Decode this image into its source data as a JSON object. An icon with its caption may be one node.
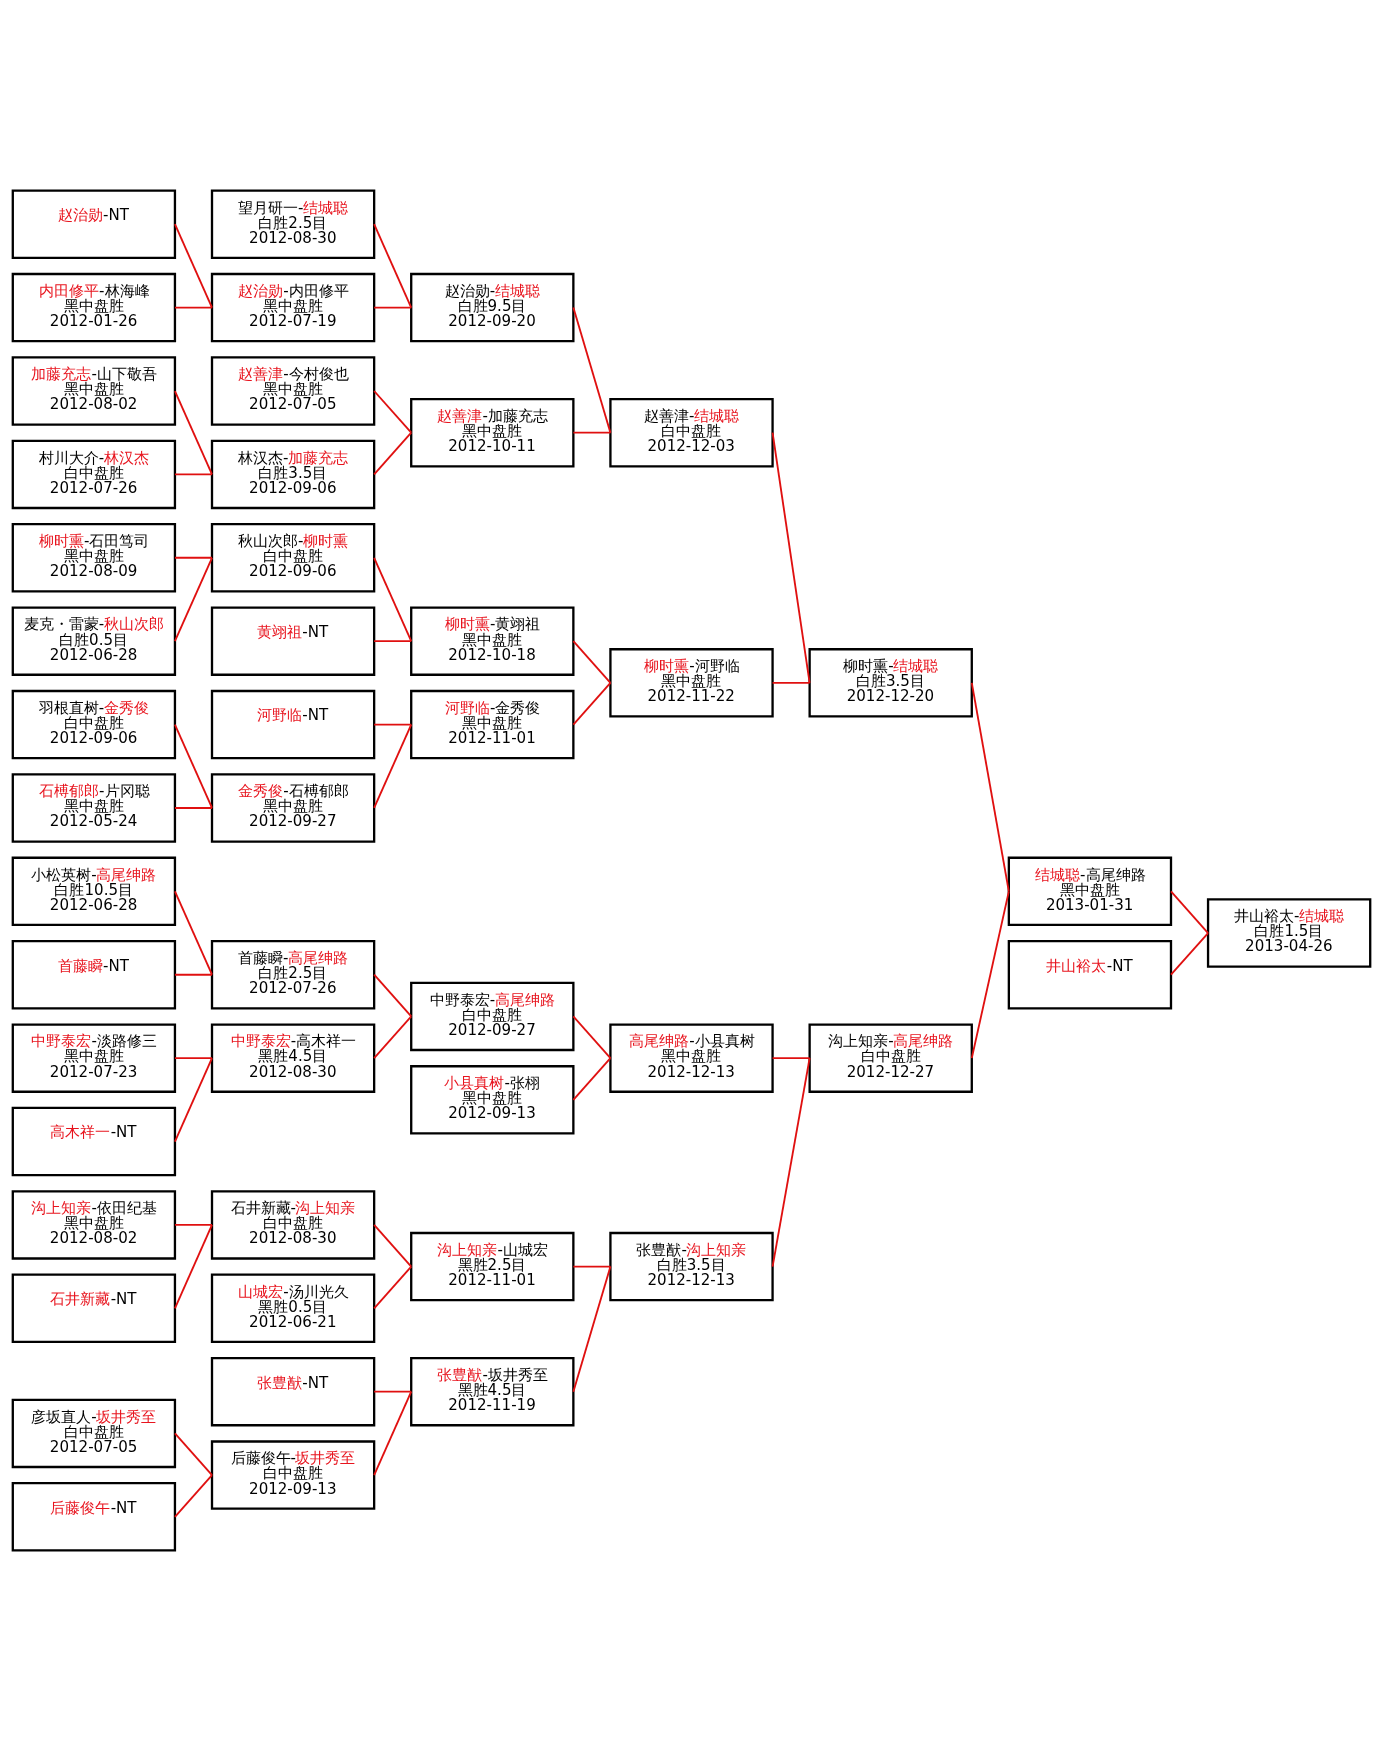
{
  "diagram": {
    "nodes": [
      {
        "text": [
          "赵治勋-NT"
        ]
      },
      {
        "text": [
          "内田修平-林海峰",
          "黑中盘胜",
          "2012-01-26"
        ]
      },
      {
        "text": [
          "加藤充志-山下敬吾",
          "黑中盘胜",
          "2012-08-02"
        ]
      },
      {
        "text": [
          "村川大介-林汉杰",
          "白中盘胜",
          "2012-07-26"
        ]
      },
      {
        "text": [
          "柳时熏-石田笃司",
          "黑中盘胜",
          "2012-08-09"
        ]
      },
      {
        "text": [
          "麦克・雷蒙-秋山次郎",
          "白胜0.5目",
          "2012-06-28"
        ]
      },
      {
        "text": [
          "羽根直树-金秀俊",
          "白中盘胜",
          "2012-09-06"
        ]
      },
      {
        "text": [
          "石榑郁郎-片冈聪",
          "黑中盘胜",
          "2012-05-24"
        ]
      },
      {
        "text": [
          "小松英树-高尾绅路",
          "白胜10.5目",
          "2012-06-28"
        ]
      },
      {
        "text": [
          "首藤瞬-NT"
        ]
      },
      {
        "text": [
          "中野泰宏-淡路修三",
          "黑中盘胜",
          "2012-07-23"
        ]
      },
      {
        "text": [
          "高木祥一-NT"
        ]
      },
      {
        "text": [
          "沟上知亲-依田纪基",
          "黑中盘胜",
          "2012-08-02"
        ]
      },
      {
        "text": [
          "石井新藏-NT"
        ]
      },
      {
        "text": [
          "彦坂直人-坂井秀至",
          "白中盘胜",
          "2012-07-05"
        ]
      },
      {
        "text": [
          "后藤俊午-NT"
        ]
      },
      {
        "text": [
          "望月研一-结城聪",
          "白胜2.5目",
          "2012-08-30"
        ]
      },
      {
        "text": [
          "赵治勋-内田修平",
          "黑中盘胜",
          "2012-07-19"
        ]
      },
      {
        "text": [
          "赵善津-今村俊也",
          "黑中盘胜",
          "2012-07-05"
        ]
      },
      {
        "text": [
          "林汉杰-加藤充志",
          "白胜3.5目",
          "2012-09-06"
        ]
      },
      {
        "text": [
          "秋山次郎-柳时熏",
          "白中盘胜",
          "2012-09-06"
        ]
      },
      {
        "text": [
          "黄翊祖-NT"
        ]
      },
      {
        "text": [
          "河野临-NT"
        ]
      },
      {
        "text": [
          "金秀俊-石榑郁郎",
          "黑中盘胜",
          "2012-09-27"
        ]
      },
      {
        "text": [
          "首藤瞬-高尾绅路",
          "白胜2.5目",
          "2012-07-26"
        ]
      },
      {
        "text": [
          "中野泰宏-高木祥一",
          "黑胜4.5目",
          "2012-08-30"
        ]
      },
      {
        "text": [
          "石井新藏-沟上知亲",
          "白中盘胜",
          "2012-08-30"
        ]
      },
      {
        "text": [
          "山城宏-汤川光久",
          "黑胜0.5目",
          "2012-06-21"
        ]
      },
      {
        "text": [
          "张豊猷-NT"
        ]
      },
      {
        "text": [
          "后藤俊午-坂井秀至",
          "白中盘胜",
          "2012-09-13"
        ]
      },
      {
        "text": [
          "赵治勋-结城聪",
          "白胜9.5目",
          "2012-09-20"
        ]
      },
      {
        "text": [
          "赵善津-加藤充志",
          "黑中盘胜",
          "2012-10-11"
        ]
      },
      {
        "text": [
          "柳时熏-黄翊祖",
          "黑中盘胜",
          "2012-10-18"
        ]
      },
      {
        "text": [
          "河野临-金秀俊",
          "黑中盘胜",
          "2012-11-01"
        ]
      },
      {
        "text": [
          "中野泰宏-高尾绅路",
          "白中盘胜",
          "2012-09-27"
        ]
      },
      {
        "text": [
          "小县真树-张栩",
          "黑中盘胜",
          "2012-09-13"
        ]
      },
      {
        "text": [
          "沟上知亲-山城宏",
          "黑胜2.5目",
          "2012-11-01"
        ]
      },
      {
        "text": [
          "张豊猷-坂井秀至",
          "黑胜4.5目",
          "2012-11-19"
        ]
      },
      {
        "text": [
          "赵善津-结城聪",
          "白中盘胜",
          "2012-12-03"
        ]
      },
      {
        "text": [
          "柳时熏-河野临",
          "黑中盘胜",
          "2012-11-22"
        ]
      },
      {
        "text": [
          "高尾绅路-小县真树",
          "黑中盘胜",
          "2012-12-13"
        ]
      },
      {
        "text": [
          "张豊猷-沟上知亲",
          "白胜3.5目",
          "2012-12-13"
        ]
      },
      {
        "text": [
          "柳时熏-结城聪",
          "白胜3.5目",
          "2012-12-20"
        ]
      },
      {
        "text": [
          "沟上知亲-高尾绅路",
          "白中盘胜",
          "2012-12-27"
        ]
      },
      {
        "text": [
          "结城聪-高尾绅路",
          "黑中盘胜",
          "2013-01-31"
        ]
      },
      {
        "text": [
          "井山裕太-NT"
        ]
      },
      {
        "text": [
          "井山裕太-结城聪",
          "白胜1.5目",
          "2013-04-26"
        ]
      }
    ],
    "edges": [
      {
        "from": 46,
        "to": 44,
        "arrow": "none"
      },
      {
        "from": 46,
        "to": 45,
        "arrow": "none"
      },
      {
        "from": 44,
        "to": 42,
        "arrow": "none"
      },
      {
        "from": 44,
        "to": 43,
        "arrow": "none"
      },
      {
        "from": 42,
        "to": 38,
        "arrow": "none"
      },
      {
        "from": 42,
        "to": 39,
        "arrow": "none"
      },
      {
        "from": 43,
        "to": 40,
        "arrow": "none"
      },
      {
        "from": 43,
        "to": 41,
        "arrow": "none"
      },
      {
        "from": 38,
        "to": 30,
        "arrow": "none"
      },
      {
        "from": 38,
        "to": 31,
        "arrow": "none"
      },
      {
        "from": 39,
        "to": 32,
        "arrow": "none"
      },
      {
        "from": 39,
        "to": 33,
        "arrow": "none"
      },
      {
        "from": 40,
        "to": 34,
        "arrow": "none"
      },
      {
        "from": 40,
        "to": 35,
        "arrow": "none"
      },
      {
        "from": 41,
        "to": 36,
        "arrow": "none"
      },
      {
        "from": 41,
        "to": 37,
        "arrow": "none"
      },
      {
        "from": 30,
        "to": 16,
        "arrow": "none"
      },
      {
        "from": 30,
        "to": 17,
        "arrow": "none"
      },
      {
        "from": 31,
        "to": 18,
        "arrow": "none"
      },
      {
        "from": 31,
        "to": 19,
        "arrow": "none"
      },
      {
        "from": 32,
        "to": 20,
        "arrow": "none"
      },
      {
        "from": 32,
        "to": 21,
        "arrow": "none"
      },
      {
        "from": 33,
        "to": 22,
        "arrow": "none"
      },
      {
        "from": 33,
        "to": 23,
        "arrow": "none"
      },
      {
        "from": 34,
        "to": 24,
        "arrow": "none"
      },
      {
        "from": 34,
        "to": 25,
        "arrow": "none"
      },
      {
        "from": 36,
        "to": 26,
        "arrow": "none"
      },
      {
        "from": 36,
        "to": 27,
        "arrow": "none"
      },
      {
        "from": 37,
        "to": 28,
        "arrow": "none"
      },
      {
        "from": 37,
        "to": 29,
        "arrow": "none"
      },
      {
        "from": 17,
        "to": 0,
        "arrow": "none"
      },
      {
        "from": 17,
        "to": 1,
        "arrow": "none"
      },
      {
        "from": 19,
        "to": 2,
        "arrow": "none"
      },
      {
        "from": 19,
        "to": 3,
        "arrow": "none"
      },
      {
        "from": 20,
        "to": 4,
        "arrow": "none"
      },
      {
        "from": 20,
        "to": 5,
        "arrow": "none"
      },
      {
        "from": 23,
        "to": 6,
        "arrow": "none"
      },
      {
        "from": 23,
        "to": 7,
        "arrow": "none"
      },
      {
        "from": 24,
        "to": 8,
        "arrow": "none"
      },
      {
        "from": 24,
        "to": 9,
        "arrow": "none"
      },
      {
        "from": 25,
        "to": 10,
        "arrow": "none"
      },
      {
        "from": 25,
        "to": 11,
        "arrow": "none"
      },
      {
        "from": 26,
        "to": 12,
        "arrow": "none"
      },
      {
        "from": 26,
        "to": 13,
        "arrow": "none"
      },
      {
        "from": 29,
        "to": 14,
        "arrow": "none"
      },
      {
        "from": 29,
        "to": 15,
        "arrow": "none"
      }
    ]
  }
}
